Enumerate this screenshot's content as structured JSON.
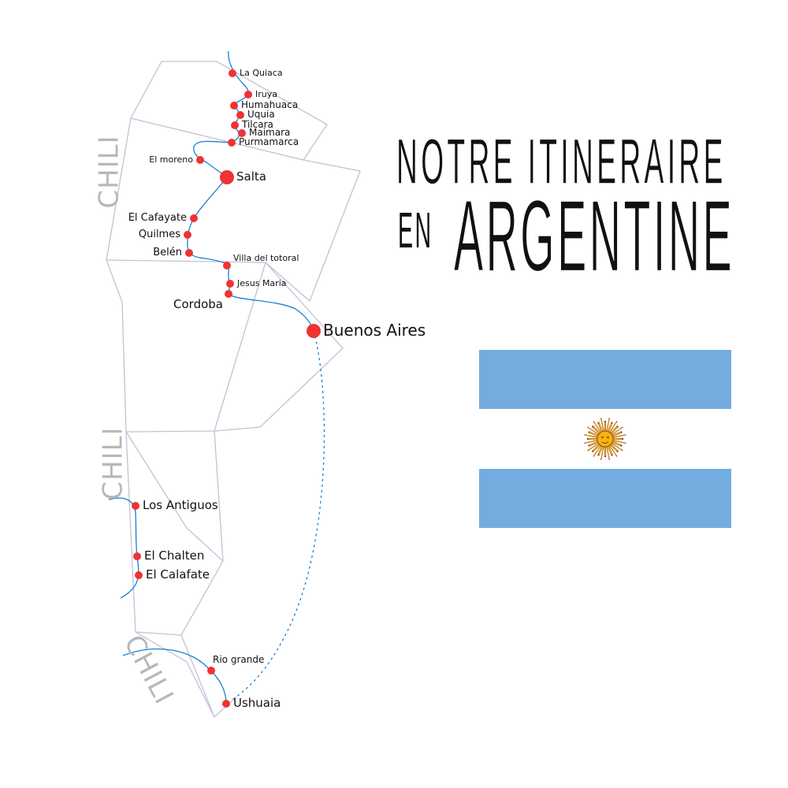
{
  "title": {
    "line1": "NOTRE ITINERAIRE",
    "line2_small": "EN",
    "line2_big": "ARGENTINE"
  },
  "neighbors": [
    "CHILI",
    "CHILI",
    "CHILI"
  ],
  "cities": [
    {
      "name": "La Quiaca",
      "major": false
    },
    {
      "name": "Iruya",
      "major": false
    },
    {
      "name": "Humahuaca",
      "major": false
    },
    {
      "name": "Uquia",
      "major": false
    },
    {
      "name": "Tilcara",
      "major": false
    },
    {
      "name": "Maimara",
      "major": false
    },
    {
      "name": "Purmamarca",
      "major": false
    },
    {
      "name": "El moreno",
      "major": false
    },
    {
      "name": "Salta",
      "major": true
    },
    {
      "name": "El Cafayate",
      "major": false
    },
    {
      "name": "Quilmes",
      "major": false
    },
    {
      "name": "Belén",
      "major": false
    },
    {
      "name": "Villa del totoral",
      "major": false
    },
    {
      "name": "Jesus Maria",
      "major": false
    },
    {
      "name": "Cordoba",
      "major": false
    },
    {
      "name": "Buenos Aires",
      "major": true
    },
    {
      "name": "Los Antiguos",
      "major": false
    },
    {
      "name": "El Chalten",
      "major": false
    },
    {
      "name": "El Calafate",
      "major": false
    },
    {
      "name": "Rio grande",
      "major": false
    },
    {
      "name": "Ushuaia",
      "major": false
    }
  ],
  "colors": {
    "marker": "#f03232",
    "route": "#1a7fd4",
    "border": "#c4c0d8",
    "flag_blue": "#74acdf",
    "sun": "#f6b40e"
  },
  "flag": {
    "icon": "sun-of-may-icon"
  }
}
